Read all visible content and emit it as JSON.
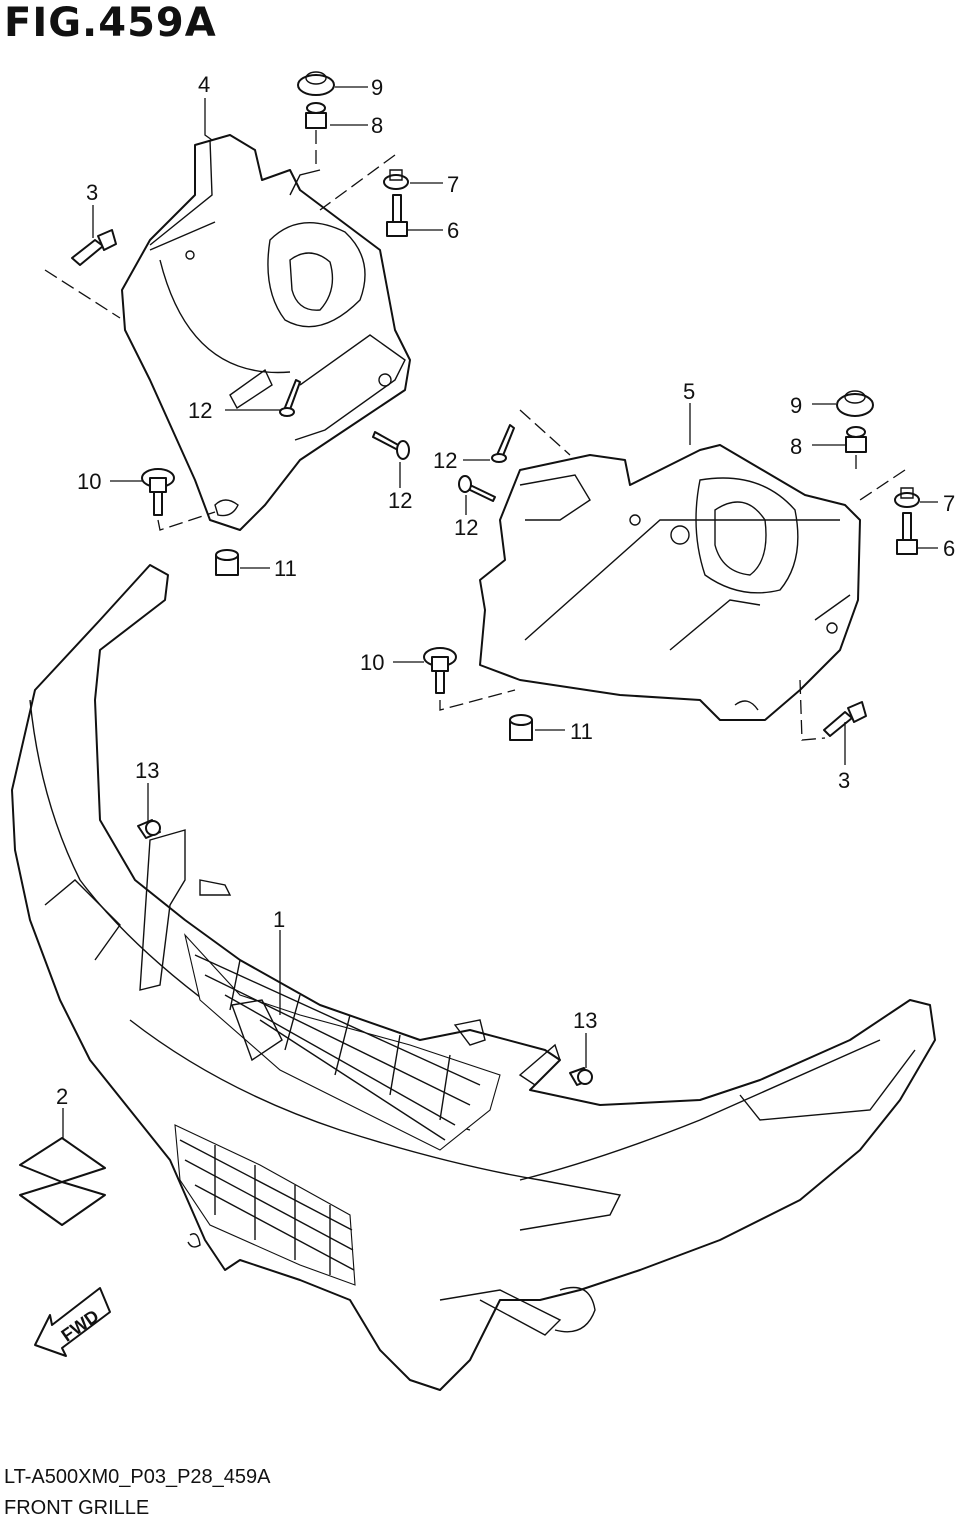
{
  "figure": {
    "title": "FIG.459A",
    "code": "LT-A500XM0_P03_P28_459A",
    "name": "FRONT GRILLE"
  },
  "callouts": [
    {
      "id": "c9a",
      "label": "9"
    },
    {
      "id": "c8a",
      "label": "8"
    },
    {
      "id": "c7a",
      "label": "7"
    },
    {
      "id": "c6a",
      "label": "6"
    },
    {
      "id": "c4",
      "label": "4"
    },
    {
      "id": "c3a",
      "label": "3"
    },
    {
      "id": "c12a",
      "label": "12"
    },
    {
      "id": "c12b",
      "label": "12"
    },
    {
      "id": "c10a",
      "label": "10"
    },
    {
      "id": "c11a",
      "label": "11"
    },
    {
      "id": "c5",
      "label": "5"
    },
    {
      "id": "c9b",
      "label": "9"
    },
    {
      "id": "c8b",
      "label": "8"
    },
    {
      "id": "c7b",
      "label": "7"
    },
    {
      "id": "c6b",
      "label": "6"
    },
    {
      "id": "c12c",
      "label": "12"
    },
    {
      "id": "c12d",
      "label": "12"
    },
    {
      "id": "c10b",
      "label": "10"
    },
    {
      "id": "c11b",
      "label": "11"
    },
    {
      "id": "c3b",
      "label": "3"
    },
    {
      "id": "c13a",
      "label": "13"
    },
    {
      "id": "c1",
      "label": "1"
    },
    {
      "id": "c13b",
      "label": "13"
    },
    {
      "id": "c2",
      "label": "2"
    }
  ],
  "direction_marker": "FWD"
}
